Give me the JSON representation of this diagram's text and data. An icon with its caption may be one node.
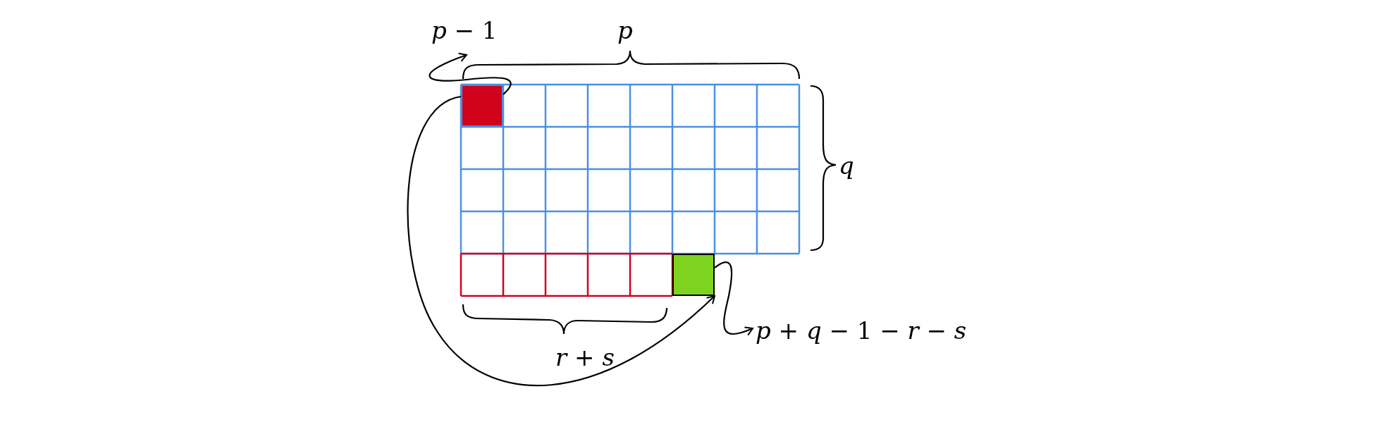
{
  "diagram": {
    "nodes": [
      {
        "text": [],
        "shape": "box"
      },
      {
        "text": [],
        "shape": "box"
      },
      {
        "text": [
          "*p* − 1"
        ]
      },
      {
        "text": [
          "*p* + *q* − 1 − *r* − *s*"
        ]
      }
    ],
    "edges": [
      {
        "from": 0,
        "to": 2,
        "arrow": "to"
      },
      {
        "from": 1,
        "to": 3,
        "arrow": "to"
      },
      {
        "from": 0,
        "to": 1,
        "arrow": "to"
      }
    ],
    "labels": [
      "*p*",
      "*q*",
      "*r* + *s*"
    ]
  }
}
